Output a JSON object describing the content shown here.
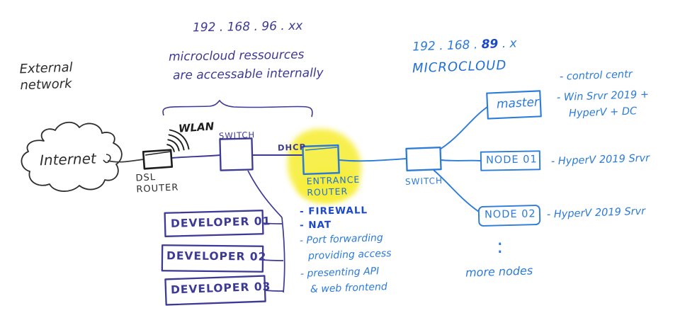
{
  "colors": {
    "ink_black": "#2d2d2d",
    "ink_navy": "#3c3a94",
    "ink_blue": "#2b7bd9",
    "ink_blue_bold": "#1b49c8",
    "highlight_yellow": "#f7ee3a"
  },
  "external": {
    "label": "External\nnetwork",
    "cloud_label": "Internet",
    "dsl_router_label": "DSL\nROUTER",
    "wlan_label": "WLAN"
  },
  "internal": {
    "subnet": "192 . 168 . 96 . xx",
    "note_line1": "microcloud ressources",
    "note_line2": "are accessable internally",
    "switch_label": "SWITCH",
    "dhcp_label": "DHCP",
    "developers": [
      {
        "label": "DEVELOPER 01"
      },
      {
        "label": "DEVELOPER 02"
      },
      {
        "label": "DEVELOPER 03"
      }
    ]
  },
  "entrance_router": {
    "label": "ENTRANCE\nROUTER",
    "features": [
      "- FIREWALL",
      "- NAT",
      "- Port forwarding",
      "providing access",
      "- presenting API",
      "& web frontend"
    ]
  },
  "microcloud": {
    "subnet_prefix": "192 . 168 . ",
    "subnet_octet": "89",
    "subnet_suffix": " . x",
    "title": "MICROCLOUD",
    "switch_label": "SWITCH",
    "nodes": [
      {
        "label": "master",
        "notes": [
          "- control centr",
          "- Win Srvr 2019 +",
          "HyperV + DC"
        ]
      },
      {
        "label": "NODE 01",
        "notes": [
          "- HyperV 2019 Srvr"
        ]
      },
      {
        "label": "NODE 02",
        "notes": [
          "- HyperV 2019 Srvr"
        ]
      }
    ],
    "ellipsis": ":",
    "more_label": "more nodes"
  }
}
